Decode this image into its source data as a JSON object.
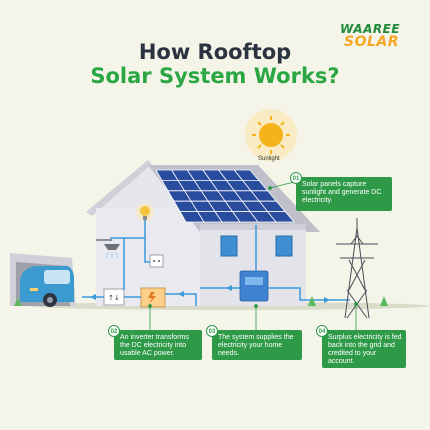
{
  "logo": {
    "brand": "WAAREE",
    "product": "SOLAR"
  },
  "title": {
    "line1": "How Rooftop",
    "line2": "Solar System Works?"
  },
  "sun_label": "Sunlight",
  "steps": [
    {
      "num": "01",
      "text": "Solar panels capture sunlight and generate DC electricity."
    },
    {
      "num": "02",
      "text": "An inverter transforms the DC electricity into usable AC power."
    },
    {
      "num": "03",
      "text": "The system supplies the electricity your home needs."
    },
    {
      "num": "04",
      "text": "Surplus electricity is fed back into the grid and credited to your account."
    }
  ],
  "colors": {
    "brand_green": "#2aa643",
    "brand_orange": "#f5a623",
    "title_dark": "#2b3340",
    "wire_blue": "#3a9ad9",
    "panel_blue": "#2a4c9e",
    "house_wall": "#e3e3ea",
    "car_blue": "#3b9ad0"
  }
}
